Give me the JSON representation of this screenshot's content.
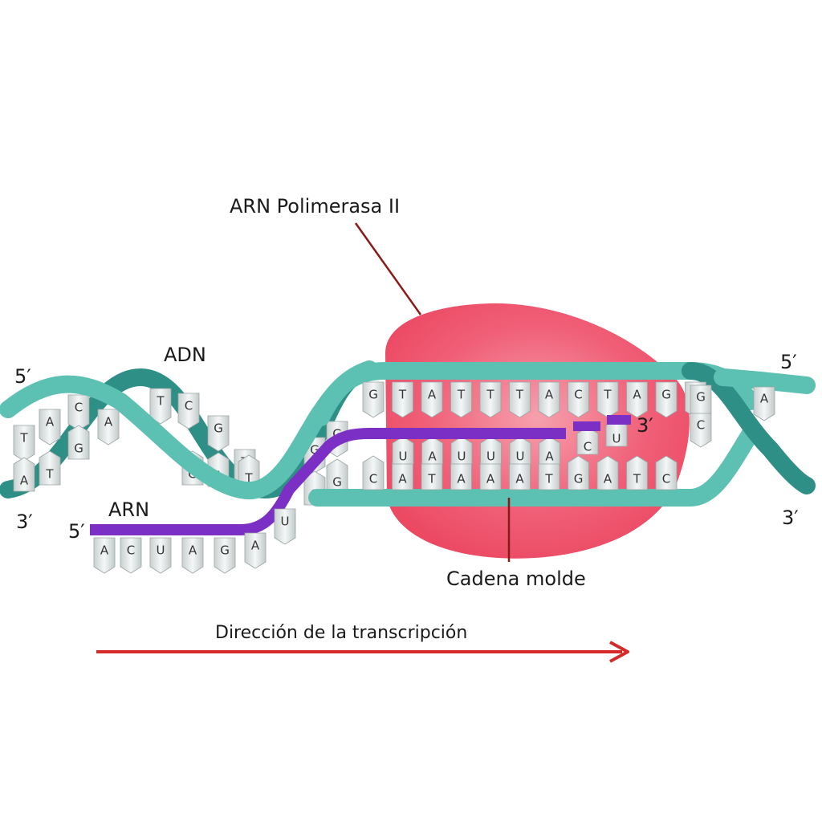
{
  "labels": {
    "polymerase": "ARN Polimerasa II",
    "dna": "ADN",
    "rna": "ARN",
    "template_strand": "Cadena molde",
    "direction": "Dirección de la transcripción",
    "five_prime": "5′",
    "three_prime": "3′"
  },
  "bases": {
    "dna_left_top": [
      "T",
      "A",
      "C",
      "A",
      "T",
      "C",
      "G",
      "T",
      "G",
      "G"
    ],
    "dna_left_bottom": [
      "A",
      "T",
      "G",
      "G",
      "A",
      "T",
      "G",
      "G"
    ],
    "coding_strand": [
      "G",
      "T",
      "A",
      "T",
      "T",
      "T",
      "A",
      "C",
      "T",
      "A",
      "G",
      "G"
    ],
    "template_strand": [
      "C",
      "A",
      "T",
      "A",
      "A",
      "A",
      "T",
      "G",
      "A",
      "T",
      "C"
    ],
    "rna_in_bubble": [
      "U",
      "A",
      "U",
      "U",
      "U",
      "A",
      "C",
      "U"
    ],
    "rna_tail": [
      "A",
      "C",
      "U",
      "A",
      "G",
      "A",
      "U"
    ],
    "dna_right": [
      "G",
      "C",
      "A"
    ]
  },
  "colors": {
    "dna_strand": "#5cc0b2",
    "dna_strand_dark": "#2e8f86",
    "rna_strand": "#7c2fc4",
    "polymerase": "#f0546c",
    "arrow": "#d42a2a",
    "leader": "#8a1a1a"
  }
}
